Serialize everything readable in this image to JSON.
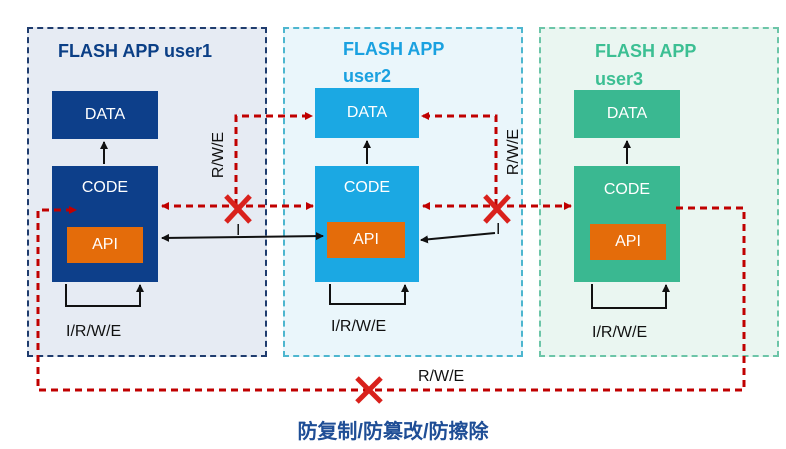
{
  "apps": [
    {
      "title": "FLASH APP  user1",
      "title_color": "#0b3f86",
      "data_label": "DATA",
      "code_label": "CODE",
      "api_label": "API",
      "box_color": "#0d3f8a",
      "loop_label": "I/R/W/E"
    },
    {
      "title_line1": "FLASH APP",
      "title_line2": "user2",
      "title_color": "#1aa1e0",
      "data_label": "DATA",
      "code_label": "CODE",
      "api_label": "API",
      "box_color": "#1ba8e3",
      "loop_label": "I/R/W/E"
    },
    {
      "title_line1": "FLASH APP",
      "title_line2": "user3",
      "title_color": "#3cbf93",
      "data_label": "DATA",
      "code_label": "CODE",
      "api_label": "API",
      "box_color": "#3ab891",
      "loop_label": "I/R/W/E"
    }
  ],
  "edges": {
    "rwe_1_2": "R/W/E",
    "rwe_2_3": "R/W/E",
    "i_1_2": "I",
    "i_2_3": "I",
    "rwe_bottom": "R/W/E"
  },
  "footer": "防复制/防篡改/防擦除",
  "colors": {
    "blocked": "#c00000",
    "allowed": "#111111",
    "cross": "#d9211c"
  }
}
